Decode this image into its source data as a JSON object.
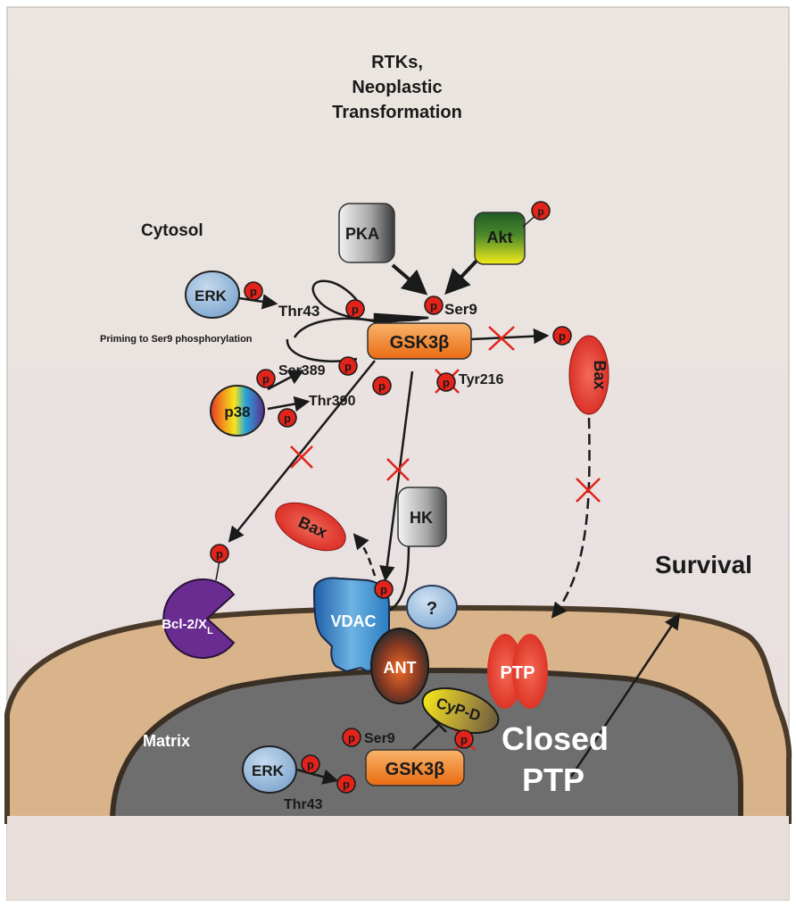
{
  "title_lines": [
    "RTKs,",
    "Neoplastic",
    "Transformation"
  ],
  "compartments": {
    "cytosol": "Cytosol",
    "matrix": "Matrix"
  },
  "survival": "Survival",
  "closed_ptp_lines": [
    "Closed",
    "PTP"
  ],
  "priming_note": "Priming to Ser9 phosphorylation",
  "phospho_mark": "p",
  "unknown_mark": "?",
  "molecules": {
    "pka": "PKA",
    "akt": "Akt",
    "erk": "ERK",
    "gsk3b": "GSK3β",
    "p38": "p38",
    "bax": "Bax",
    "hk": "HK",
    "bcl_main": "Bcl-2/X",
    "bcl_sub": "L",
    "vdac": "VDAC",
    "ant": "ANT",
    "ptp": "PTP",
    "cypd": "CyP-D"
  },
  "sites": {
    "ser9": "Ser9",
    "thr43": "Thr43",
    "ser389": "Ser389",
    "thr390": "Thr390",
    "tyr216": "Tyr216"
  },
  "colors": {
    "background": "#ebe6df",
    "membrane": "#d9b48a",
    "matrix": "#6e6e6e",
    "phospho": "#e2231a",
    "inhibit_x": "#e2231a",
    "gsk": "#f08a24",
    "erk": "#9fbedc",
    "bcl": "#6a2c91",
    "vdac": "#2d86c4",
    "akt": "#2f6b2a"
  }
}
